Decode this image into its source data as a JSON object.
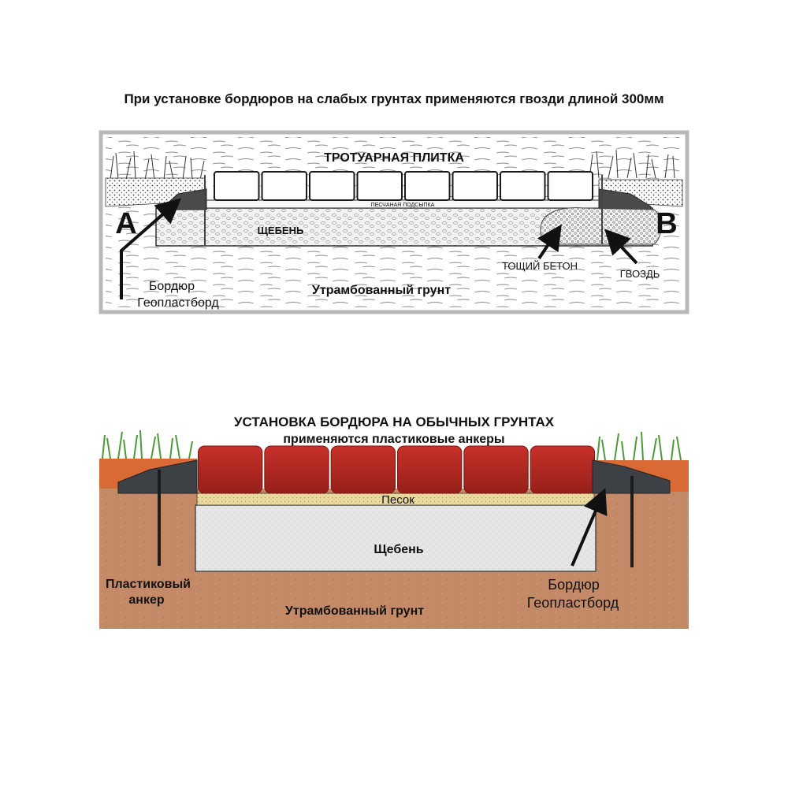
{
  "heading": "При установке бордюров на слабых грунтах применяются гвозди длиной 300мм",
  "top_diagram": {
    "title": "ТРОТУАРНАЯ ПЛИТКА",
    "sand_bedding": "ПЕСЧАНАЯ ПОДСЫПКА",
    "gravel": "ЩЕБЕНЬ",
    "lean_concrete": "ТОЩИЙ БЕТОН",
    "nail": "ГВОЗДЬ",
    "border_line1": "Бордюр",
    "border_line2": "Геопластборд",
    "compacted_soil": "Утрамбованный грунт",
    "marker_a": "A",
    "marker_b": "B",
    "tile_count": 8
  },
  "bottom_diagram": {
    "title_line1": "УСТАНОВКА БОРДЮРА НА ОБЫЧНЫХ ГРУНТАХ",
    "title_line2": "применяются пластиковые анкеры",
    "sand": "Песок",
    "gravel": "Щебень",
    "anchor_line1": "Пластиковый",
    "anchor_line2": "анкер",
    "border_line1": "Бордюр",
    "border_line2": "Геопластборд",
    "compacted_soil": "Утрамбованный грунт",
    "tile_count": 6
  },
  "colors": {
    "paver_red": "#b5251f",
    "soil_brown": "#c48a68",
    "topsoil_orange": "#d96a35",
    "sand_yellow": "#e9d79a",
    "gravel_grey": "#e4e4e4",
    "grass_green": "#4e9a3a"
  }
}
